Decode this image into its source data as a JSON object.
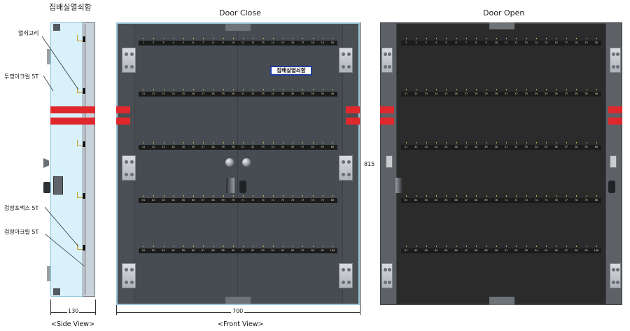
{
  "titles": {
    "side": "집배실열쇠함",
    "front": "Door Close",
    "open": "Door Open"
  },
  "side_labels": {
    "key_hook": "열쇠고리",
    "clear_acrylic": "투명아크릴 5T",
    "black_foamex": "검정포맥스 5T",
    "black_acrylic": "검정아크릴 5T"
  },
  "door_sign": "집배실열쇠함",
  "dimensions": {
    "side_width": "130",
    "front_width": "700",
    "height": "815"
  },
  "captions": {
    "side": "<Side View>",
    "front": "<Front View>"
  },
  "strip_rows": [
    [
      "1",
      "2",
      "3",
      "4",
      "5",
      "6",
      "7",
      "8",
      "9",
      "10",
      "11",
      "12",
      "13",
      "14",
      "15",
      "16",
      "17",
      "18",
      "19",
      "20"
    ],
    [
      "21",
      "22",
      "23",
      "24",
      "25",
      "26",
      "27",
      "28",
      "29",
      "30",
      "31",
      "32",
      "33",
      "34",
      "35",
      "36",
      "37",
      "38",
      "39",
      "40"
    ],
    [
      "41",
      "42",
      "43",
      "44",
      "45",
      "46",
      "47",
      "48",
      "49",
      "50",
      "51",
      "52",
      "53",
      "54",
      "55",
      "56",
      "57",
      "58",
      "59",
      "60"
    ],
    [
      "61",
      "62",
      "63",
      "64",
      "65",
      "66",
      "67",
      "68",
      "69",
      "70",
      "71",
      "72",
      "73",
      "74",
      "75",
      "76",
      "77",
      "78",
      "79",
      "80"
    ],
    [
      "81",
      "82",
      "83",
      "84",
      "85",
      "86",
      "87",
      "88",
      "89",
      "90",
      "91",
      "92",
      "93",
      "94",
      "95",
      "96",
      "97",
      "98",
      "99",
      "100"
    ]
  ],
  "colors": {
    "side_panel": "#d8f1fb",
    "door_close": "#4a4f54",
    "door_open_inner": "#2b2b2b",
    "frame": "#5d6166",
    "red_band": "#e0282c",
    "strip": "#1b1b1b"
  },
  "icons": [
    "hinge-icon",
    "knob-icon",
    "lock-icon",
    "key-icon",
    "latch-icon"
  ]
}
